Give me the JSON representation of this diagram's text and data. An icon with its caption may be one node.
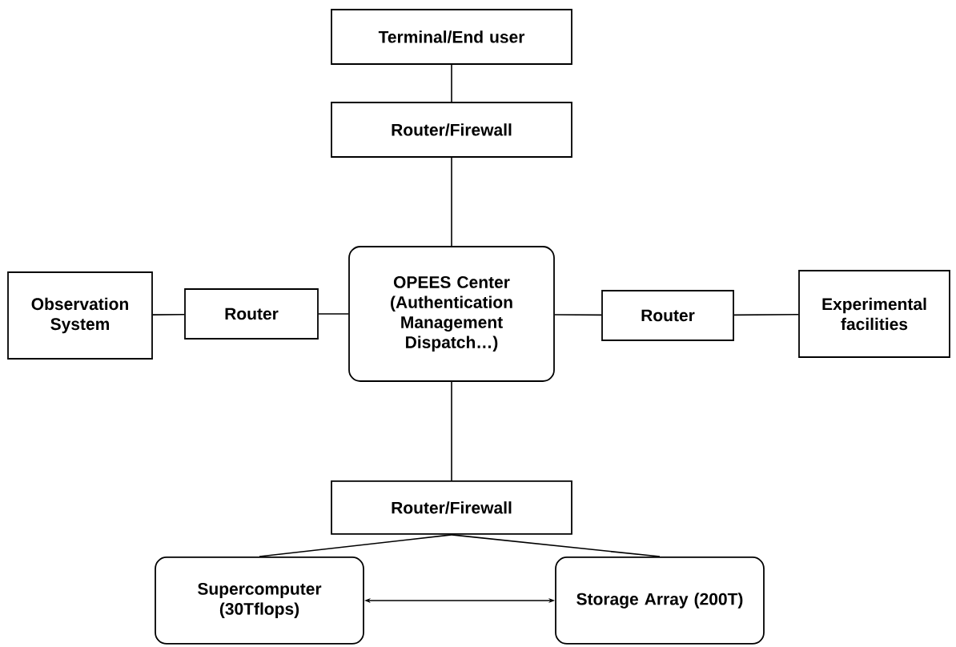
{
  "diagram": {
    "nodes": [
      {
        "text": [
          "Terminal/End user"
        ]
      },
      {
        "text": [
          "Router/Firewall"
        ]
      },
      {
        "text": [
          "OPEES Center (Authentication Management Dispatch…)"
        ]
      },
      {
        "text": [
          "Observation System"
        ]
      },
      {
        "text": [
          "Router"
        ]
      },
      {
        "text": [
          "Router"
        ]
      },
      {
        "text": [
          "Experimental facilities"
        ]
      },
      {
        "text": [
          "Router/Firewall"
        ]
      },
      {
        "text": [
          "Supercomputer (30Tflops)"
        ]
      },
      {
        "text": [
          "Storage Array (200T)"
        ]
      }
    ],
    "edges": [
      {
        "from": 0,
        "to": 1,
        "arrow": "none"
      },
      {
        "from": 1,
        "to": 2,
        "arrow": "none"
      },
      {
        "from": 3,
        "to": 4,
        "arrow": "none"
      },
      {
        "from": 4,
        "to": 2,
        "arrow": "none"
      },
      {
        "from": 2,
        "to": 5,
        "arrow": "none"
      },
      {
        "from": 5,
        "to": 6,
        "arrow": "none"
      },
      {
        "from": 2,
        "to": 7,
        "arrow": "none"
      },
      {
        "from": 7,
        "to": 8,
        "arrow": "none"
      },
      {
        "from": 7,
        "to": 9,
        "arrow": "none"
      },
      {
        "from": 8,
        "to": 9,
        "arrow": "both"
      }
    ]
  }
}
